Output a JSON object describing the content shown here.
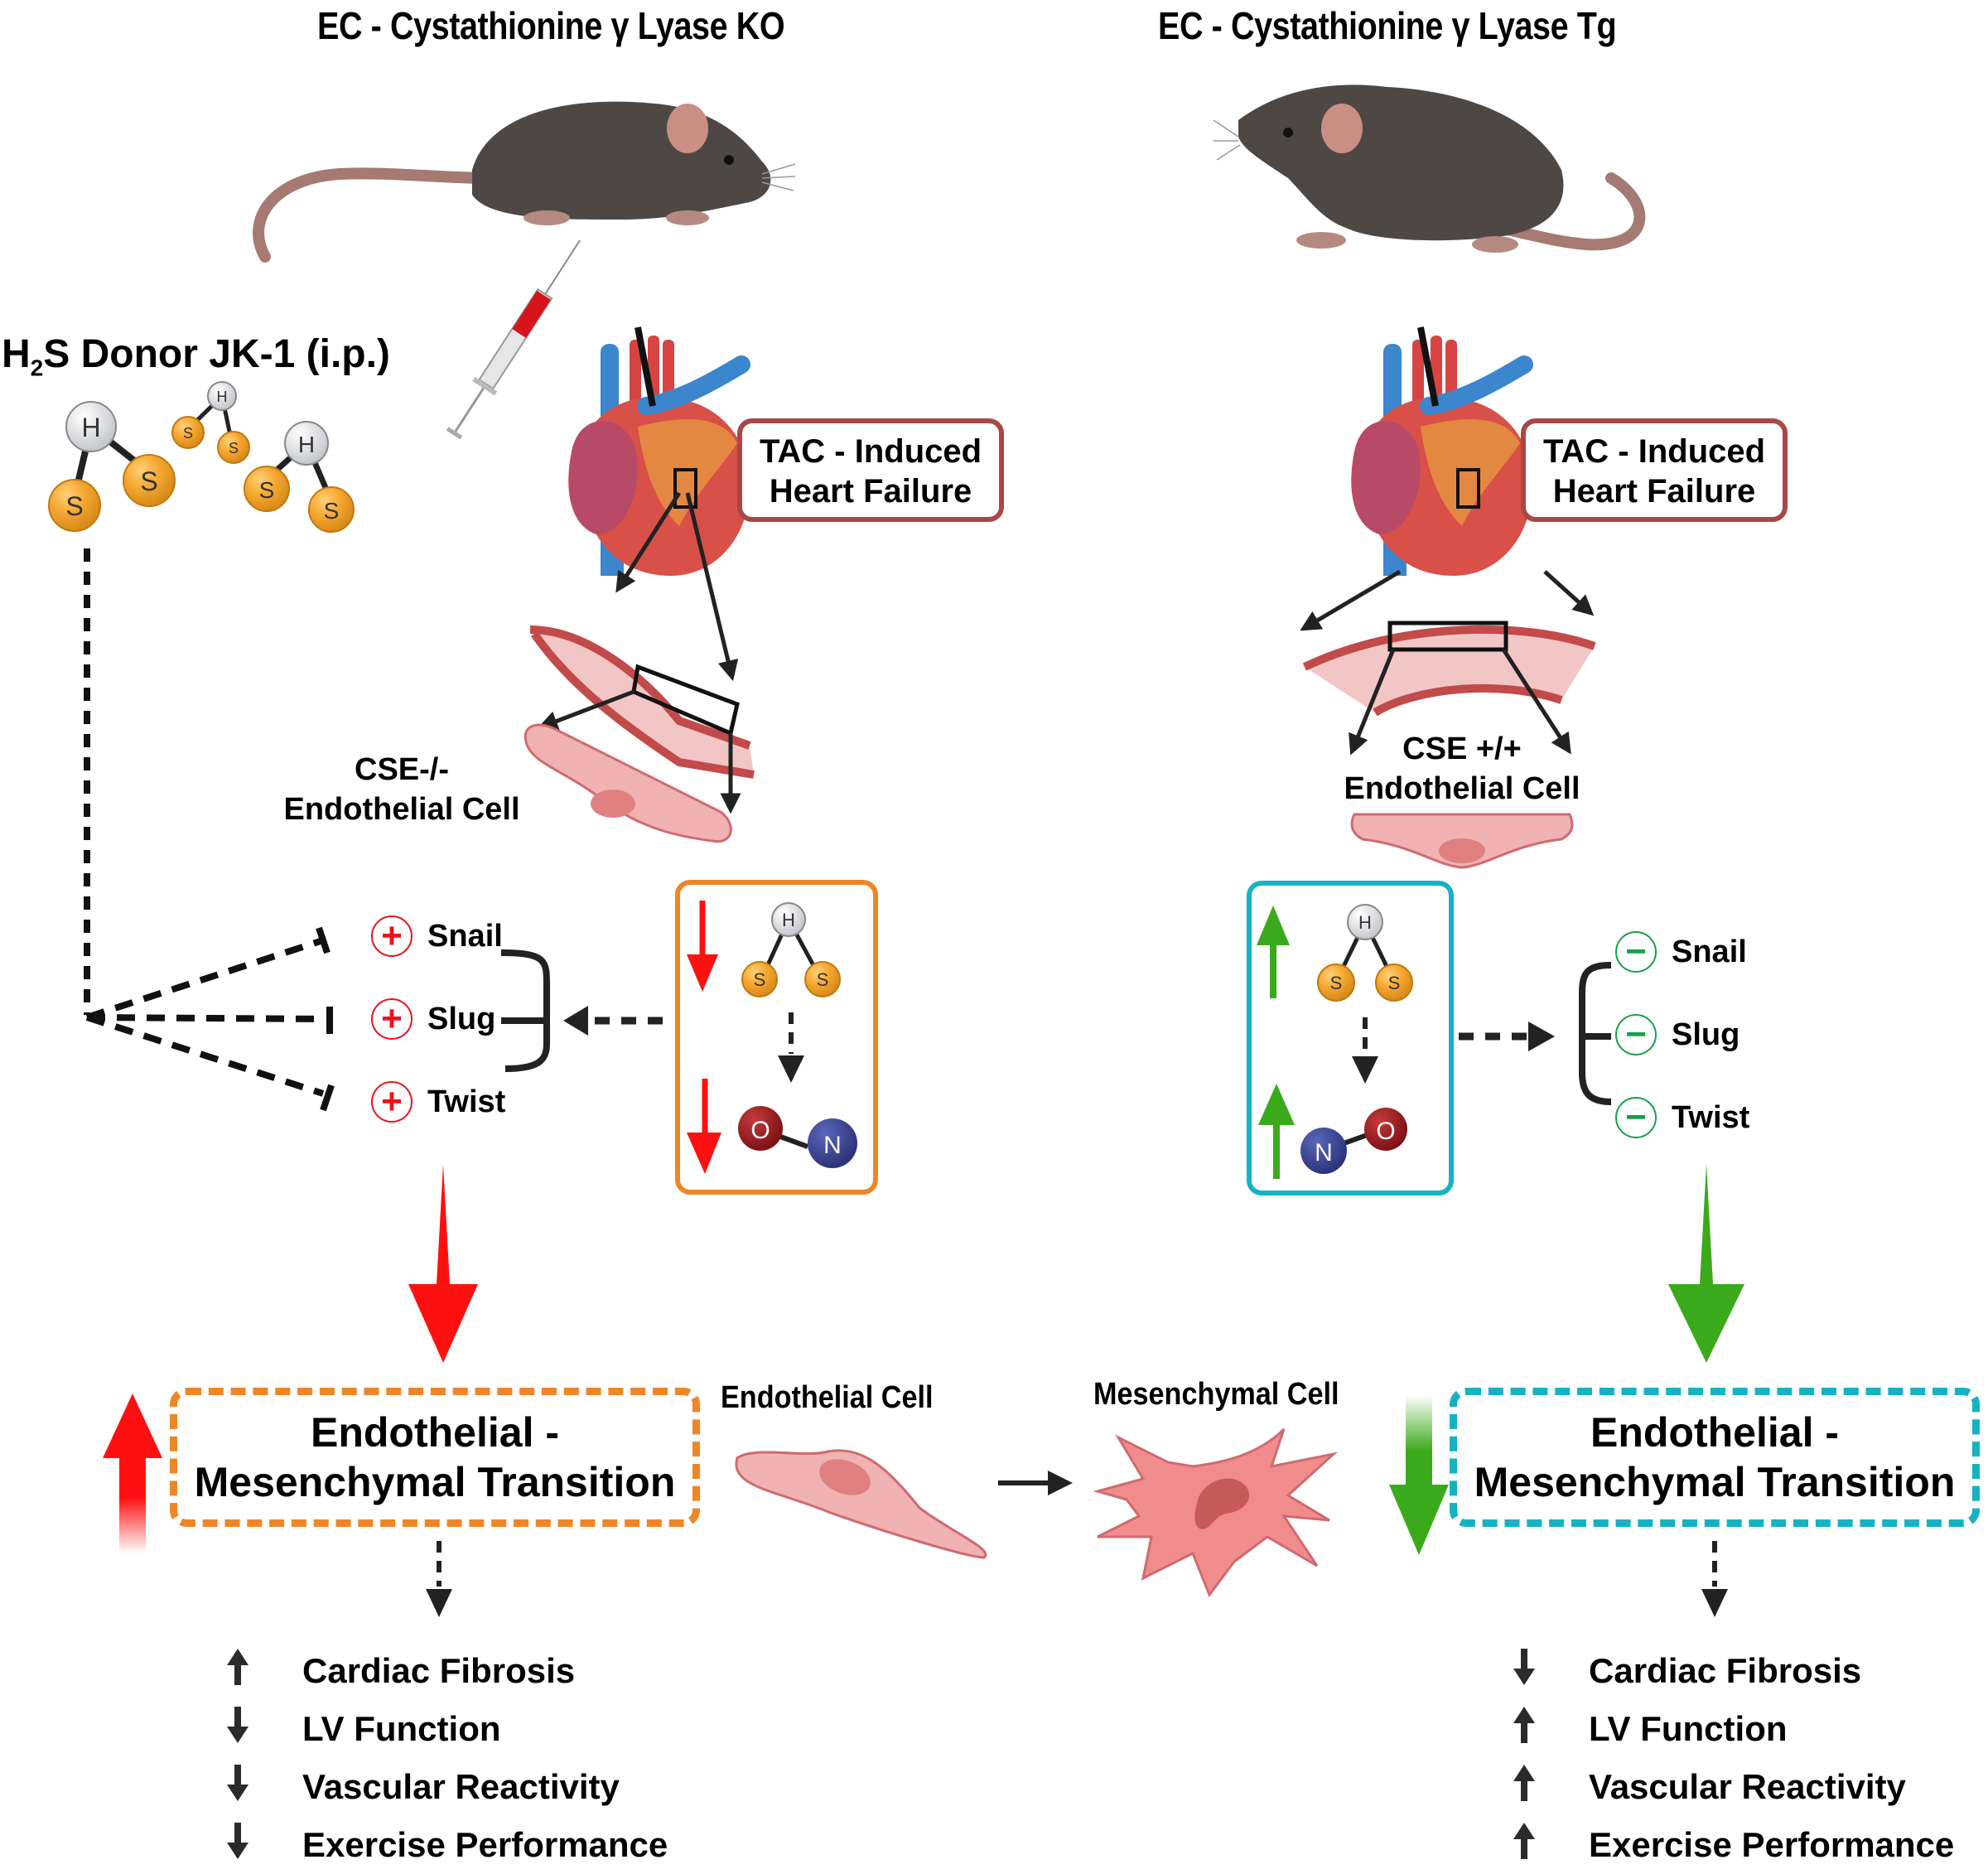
{
  "left_panel": {
    "title": "EC - Cystathionine γ Lyase KO",
    "donor_label_prefix": "H",
    "donor_label_sub": "2",
    "donor_label_suffix": "S Donor JK-1 (i.p.)",
    "tac_line1": "TAC - Induced",
    "tac_line2": "Heart Failure",
    "cell_label_line1": "CSE-/-",
    "cell_label_line2": "Endothelial Cell",
    "genes": [
      {
        "sign": "+",
        "name": "Snail"
      },
      {
        "sign": "+",
        "name": "Slug"
      },
      {
        "sign": "+",
        "name": "Twist"
      }
    ],
    "box_molecules": {
      "h2s": {
        "h": "H",
        "s1": "S",
        "s2": "S"
      },
      "no": {
        "o": "O",
        "n": "N"
      },
      "direction": "down"
    },
    "emt_line1": "Endothelial -",
    "emt_line2": "Mesenchymal Transition",
    "emt_direction": "up",
    "outcomes": [
      {
        "direction": "up",
        "label": "Cardiac Fibrosis"
      },
      {
        "direction": "down",
        "label": "LV Function"
      },
      {
        "direction": "down",
        "label": "Vascular Reactivity"
      },
      {
        "direction": "down",
        "label": "Exercise Performance"
      }
    ]
  },
  "right_panel": {
    "title": "EC - Cystathionine γ Lyase Tg",
    "tac_line1": "TAC - Induced",
    "tac_line2": "Heart Failure",
    "cell_label_line1": "CSE +/+",
    "cell_label_line2": "Endothelial Cell",
    "genes": [
      {
        "sign": "−",
        "name": "Snail"
      },
      {
        "sign": "−",
        "name": "Slug"
      },
      {
        "sign": "−",
        "name": "Twist"
      }
    ],
    "box_molecules": {
      "h2s": {
        "h": "H",
        "s1": "S",
        "s2": "S"
      },
      "no": {
        "n": "N",
        "o": "O"
      },
      "direction": "up"
    },
    "emt_line1": "Endothelial -",
    "emt_line2": "Mesenchymal Transition",
    "emt_direction": "down",
    "outcomes": [
      {
        "direction": "down",
        "label": "Cardiac Fibrosis"
      },
      {
        "direction": "up",
        "label": "LV Function"
      },
      {
        "direction": "up",
        "label": "Vascular Reactivity"
      },
      {
        "direction": "up",
        "label": "Exercise Performance"
      }
    ]
  },
  "center": {
    "endothelial_cell_label": "Endothelial Cell",
    "mesenchymal_cell_label": "Mesenchymal Cell"
  },
  "donor_molecules": [
    {
      "h": "H",
      "s1": "S",
      "s2": "S"
    },
    {
      "h": "H",
      "s1": "S",
      "s2": "S"
    },
    {
      "h": "H",
      "s1": "S",
      "s2": "S"
    }
  ],
  "colors": {
    "ko_box": "#ee8627",
    "tg_box": "#16b2c2",
    "up_red": "#ff1010",
    "down_green": "#3aaa1a",
    "tac_border": "#a84846",
    "sulfur": "#f5a830",
    "hydrogen": "#d8dadd",
    "oxygen": "#9b1a1e",
    "nitrogen": "#3a4596",
    "mouse": "#4e4844",
    "cell_pink": "#f0b2b2"
  }
}
